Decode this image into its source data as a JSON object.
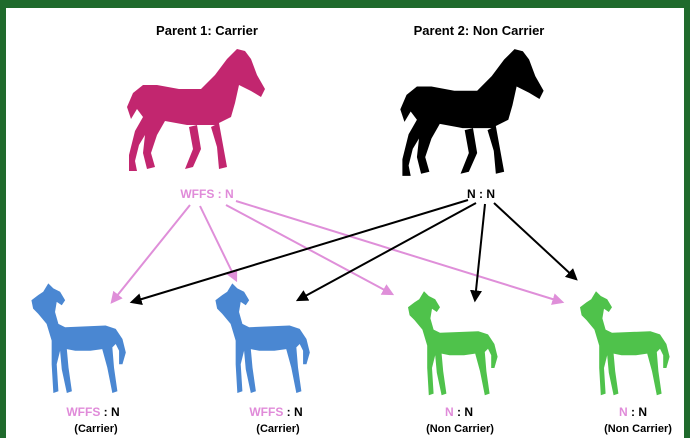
{
  "colors": {
    "frame": "#1f6a2c",
    "carrier_parent": "#c2266f",
    "non_carrier_parent": "#000000",
    "carrier_offspring": "#4a87d2",
    "non_carrier_offspring": "#4fc24b",
    "wffs_text": "#e08bd9",
    "carrier_arrow": "#df8fd9",
    "non_carrier_arrow": "#000000"
  },
  "parents": [
    {
      "title": "Parent 1: Carrier",
      "genotype_allele": "WFFS",
      "genotype_sep": " : ",
      "genotype_other": "N",
      "icon": "horse-icon"
    },
    {
      "title": "Parent 2: Non Carrier",
      "genotype_allele": "N",
      "genotype_sep": " : ",
      "genotype_other": "N",
      "icon": "horse-icon"
    }
  ],
  "offspring": [
    {
      "allele": "WFFS",
      "sep": " : ",
      "other": "N",
      "status": "(Carrier)",
      "icon": "foal-icon"
    },
    {
      "allele": "WFFS",
      "sep": " : ",
      "other": "N",
      "status": "(Carrier)",
      "icon": "foal-icon"
    },
    {
      "allele": "N",
      "sep": " : ",
      "other": "N",
      "status": "(Non Carrier)",
      "icon": "foal-icon"
    },
    {
      "allele": "N",
      "sep": " : ",
      "other": "N",
      "status": "(Non Carrier)",
      "icon": "foal-icon"
    }
  ]
}
